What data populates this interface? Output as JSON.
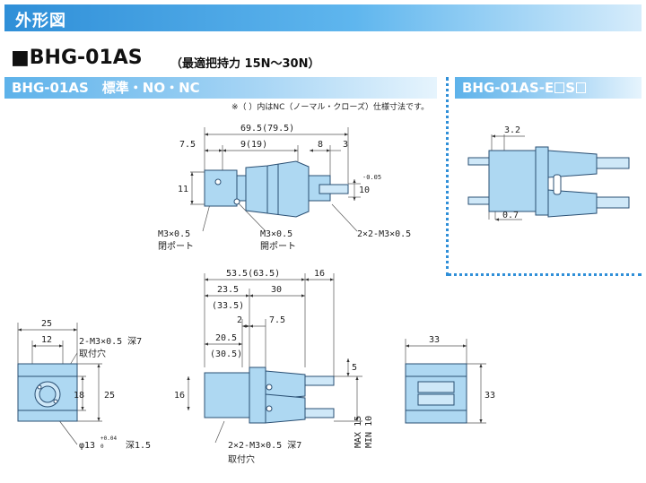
{
  "header": {
    "title": "外形図"
  },
  "model": {
    "name": "■BHG-01AS",
    "subtitle": "（最適把持力 15N〜30N）"
  },
  "sections": {
    "standard": "BHG-01AS　標準・NO・NC",
    "option_prefix": "BHG-01AS-E",
    "option_mid": "S"
  },
  "note": "※（ ）内はNC（ノーマル・クローズ）仕様寸法です。",
  "colors": {
    "body": "#aed8f2",
    "outline": "#2a4f73",
    "accent": "#2f8fd8"
  },
  "top_view": {
    "dim_total": "69.5(79.5)",
    "dim_left": "7.5",
    "dim_mid": "9(19)",
    "dim_8": "8",
    "dim_3": "3",
    "dim_11": "11",
    "dim_10": "10",
    "dim_10_tol": "-0.05",
    "port1_a": "M3×0.5",
    "port1_b": "閉ポート",
    "port2_a": "M3×0.5",
    "port2_b": "開ポート",
    "thread": "2×2-M3×0.5"
  },
  "option_view": {
    "dim_32": "3.2",
    "dim_07": "0.7"
  },
  "end_view": {
    "dim_25": "25",
    "dim_12": "12",
    "thread": "2-M3×0.5 深7",
    "thread_b": "取付穴",
    "dim_18": "18",
    "dim_25v": "25",
    "bore": "φ13",
    "bore_tol": "+0.04",
    "bore_tol2": "0",
    "bore_depth": "深1.5"
  },
  "front_view": {
    "dim_total": "53.5(63.5)",
    "dim_16": "16",
    "dim_235": "23.5",
    "dim_335": "(33.5)",
    "dim_30": "30",
    "dim_2": "2",
    "dim_75": "7.5",
    "dim_205": "20.5",
    "dim_305": "(30.5)",
    "dim_16v": "16",
    "dim_5": "5",
    "max": "MAX 15",
    "min": "MIN 10",
    "thread": "2×2-M3×0.5 深7",
    "thread_b": "取付穴"
  },
  "side_view": {
    "dim_33": "33",
    "dim_33v": "33"
  }
}
